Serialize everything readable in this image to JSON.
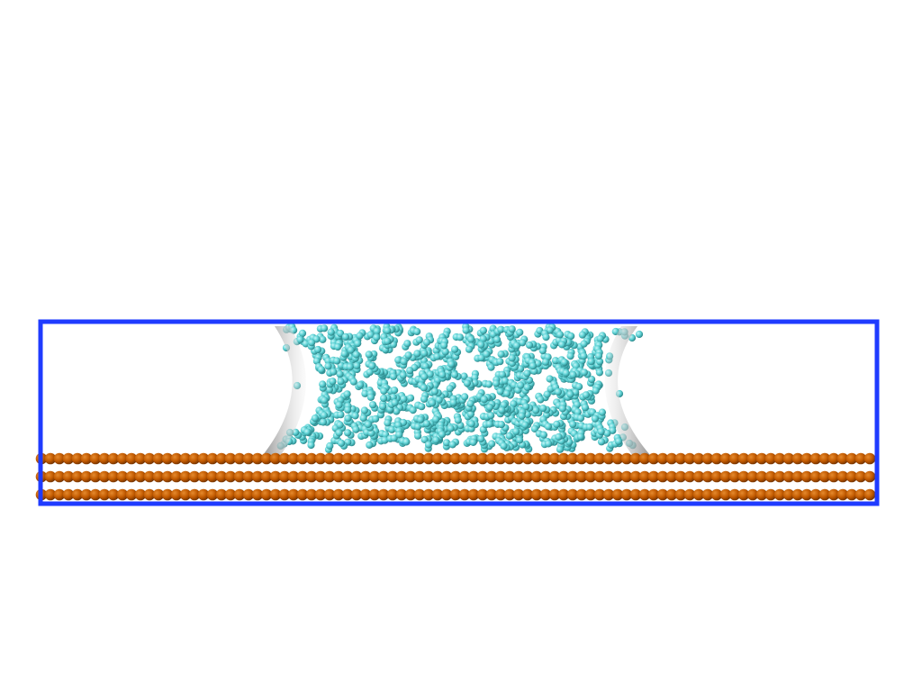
{
  "scene": {
    "background_color": "#ffffff",
    "simulation_box": {
      "edge_color": "#1f3bff",
      "shape": "rectangular-cell-outline"
    },
    "substrate": {
      "layer_count": 3,
      "atom_color": "#c25a00",
      "atom_highlight": "#e07a1a",
      "atom_shadow": "#7a3500",
      "atoms_per_layer": 93
    },
    "liquid_bridge": {
      "molecule_color": "#5fd3d6",
      "molecule_highlight": "#b8f3f4",
      "molecule_shadow": "#2a8a8d",
      "molecule_count": 620,
      "meniscus_color": "#a8a8a8",
      "meniscus_shape": "concave"
    }
  }
}
